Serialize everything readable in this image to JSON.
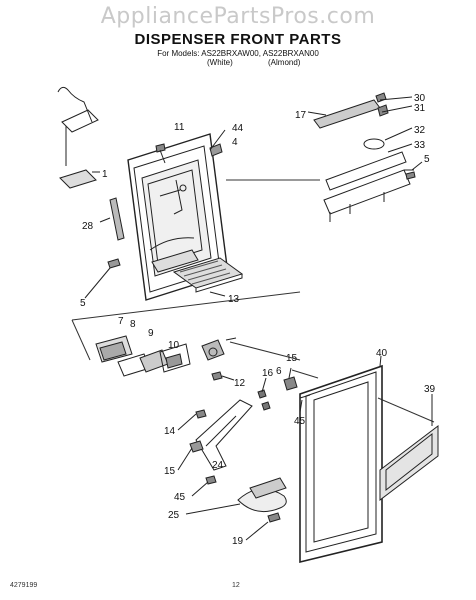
{
  "header": {
    "watermark": "AppliancePartsPros.com",
    "title": "DISPENSER FRONT PARTS",
    "models": "For Models: AS22BRXAW00, AS22BRXAN00",
    "color_white": "(White)",
    "color_almond": "(Almond)"
  },
  "callouts": [
    "30",
    "31",
    "17",
    "32",
    "33",
    "5",
    "11",
    "44",
    "4",
    "1",
    "28",
    "5",
    "13",
    "7",
    "8",
    "9",
    "10",
    "6",
    "15",
    "40",
    "12",
    "16",
    "39",
    "45",
    "14",
    "15",
    "24",
    "45",
    "25",
    "19"
  ],
  "footer": {
    "doc_number": "4279199",
    "page_number": "12"
  }
}
